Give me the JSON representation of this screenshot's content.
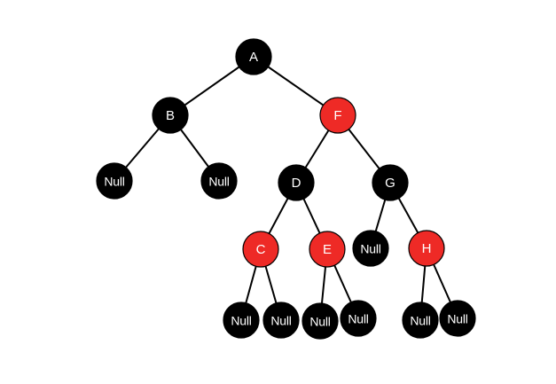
{
  "colors": {
    "black_node": "#000000",
    "red_node": "#ee2a26"
  },
  "nodes": [
    {
      "id": "A",
      "label": "A",
      "color": "black"
    },
    {
      "id": "B",
      "label": "B",
      "color": "black"
    },
    {
      "id": "F",
      "label": "F",
      "color": "red"
    },
    {
      "id": "B_left",
      "label": "Null",
      "color": "black"
    },
    {
      "id": "B_right",
      "label": "Null",
      "color": "black"
    },
    {
      "id": "D",
      "label": "D",
      "color": "black"
    },
    {
      "id": "G",
      "label": "G",
      "color": "black"
    },
    {
      "id": "C",
      "label": "C",
      "color": "red"
    },
    {
      "id": "E",
      "label": "E",
      "color": "red"
    },
    {
      "id": "G_left",
      "label": "Null",
      "color": "black"
    },
    {
      "id": "H",
      "label": "H",
      "color": "red"
    },
    {
      "id": "C_left",
      "label": "Null",
      "color": "black"
    },
    {
      "id": "C_right",
      "label": "Null",
      "color": "black"
    },
    {
      "id": "E_left",
      "label": "Null",
      "color": "black"
    },
    {
      "id": "E_right",
      "label": "Null",
      "color": "black"
    },
    {
      "id": "H_left",
      "label": "Null",
      "color": "black"
    },
    {
      "id": "H_right",
      "label": "Null",
      "color": "black"
    }
  ],
  "edges": [
    [
      "A",
      "B"
    ],
    [
      "A",
      "F"
    ],
    [
      "B",
      "B_left"
    ],
    [
      "B",
      "B_right"
    ],
    [
      "F",
      "D"
    ],
    [
      "F",
      "G"
    ],
    [
      "D",
      "C"
    ],
    [
      "D",
      "E"
    ],
    [
      "G",
      "G_left"
    ],
    [
      "G",
      "H"
    ],
    [
      "C",
      "C_left"
    ],
    [
      "C",
      "C_right"
    ],
    [
      "E",
      "E_left"
    ],
    [
      "E",
      "E_right"
    ],
    [
      "H",
      "H_left"
    ],
    [
      "H",
      "H_right"
    ]
  ]
}
